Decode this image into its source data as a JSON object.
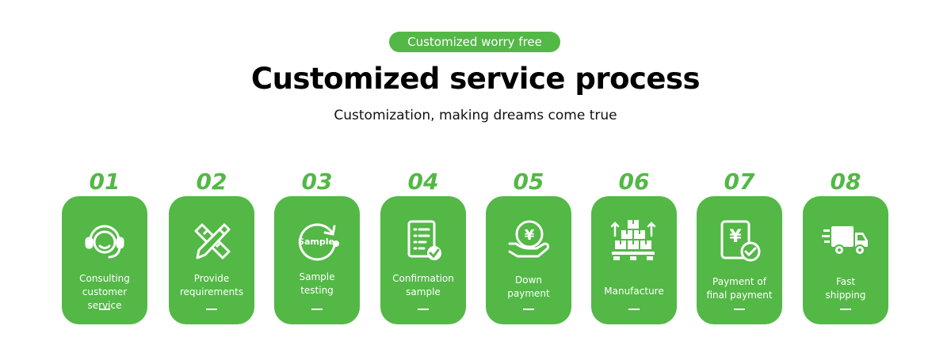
{
  "header": {
    "badge": "Customized worry free",
    "title": "Customized service process",
    "subtitle": "Customization, making dreams come true"
  },
  "steps": [
    {
      "number": "01",
      "label_line1": "Consulting",
      "label_line2": "customer service",
      "icon": "headset-icon"
    },
    {
      "number": "02",
      "label_line1": "Provide",
      "label_line2": "requirements",
      "icon": "pencil-ruler-icon"
    },
    {
      "number": "03",
      "label_line1": "Sample",
      "label_line2": "testing",
      "icon": "sample-refresh-icon",
      "icon_text": "Sample"
    },
    {
      "number": "04",
      "label_line1": "Confirmation",
      "label_line2": "sample",
      "icon": "document-check-icon"
    },
    {
      "number": "05",
      "label_line1": "Down",
      "label_line2": "payment",
      "icon": "hand-yen-coin-icon",
      "icon_text": "¥"
    },
    {
      "number": "06",
      "label_line1": "Manufacture",
      "label_line2": "",
      "icon": "boxes-pallet-icon"
    },
    {
      "number": "07",
      "label_line1": "Payment of",
      "label_line2": "final payment",
      "icon": "yen-receipt-check-icon",
      "icon_text": "¥"
    },
    {
      "number": "08",
      "label_line1": "Fast",
      "label_line2": "shipping",
      "icon": "delivery-truck-icon"
    }
  ],
  "colors": {
    "accent": "#53b846",
    "text": "#000000",
    "on_accent": "#ffffff"
  }
}
